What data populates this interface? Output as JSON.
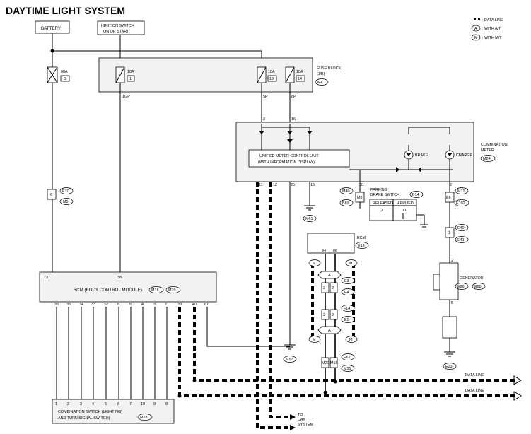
{
  "title": "DAYTIME LIGHT SYSTEM",
  "legend": [
    {
      "symbol": "dashed-line",
      "text": ": DATA LINE"
    },
    {
      "symbol": "A",
      "text": ": WITH A/T"
    },
    {
      "symbol": "M",
      "text": ": WITH M/T"
    }
  ],
  "power": {
    "battery": "BATTERY",
    "ignition_line1": "IGNITION SWITCH",
    "ignition_line2": "ON OR START"
  },
  "fuses": {
    "main_amp": "60A",
    "main_num": "G",
    "f1_amp": "10A",
    "f1_num": "1",
    "f2_amp": "10A",
    "f2_num": "19",
    "f3_amp": "10A",
    "f3_num": "14",
    "block_label1": "FUSE BLOCK",
    "block_label2": "(J/B)",
    "block_conn": "M4",
    "pin_1gp": "1GP",
    "pin_5p": "5P",
    "pin_8p": "8P"
  },
  "meter": {
    "label1": "COMBINATION",
    "label2": "METER",
    "conn": "M24",
    "unit_line1": "UNIFIED METER CONTROL UNIT",
    "unit_line2": "(WITH INFORMATION DISPLAY)",
    "brake": "BRAKE",
    "charge": "CHARGE",
    "pins": {
      "p3": "3",
      "p16": "16",
      "p11": "11",
      "p12": "12",
      "p25": "25",
      "p15": "15",
      "p31": "31",
      "p2": "2"
    }
  },
  "grounds": {
    "m61": "M61",
    "m57": "M57",
    "e23": "E23"
  },
  "connectors": {
    "e10": "E10",
    "m5": "M5",
    "c6": "6",
    "m40": "M40",
    "m8": "M8",
    "b69": "B69",
    "b14": "B14",
    "parking_conn": "M8",
    "e6": "E6",
    "m31": "M31",
    "e102": "E102",
    "e40": "E40",
    "e41": "E41",
    "c1": "1",
    "e3": "E3",
    "e4": "E4",
    "c2a": "2",
    "c2b": "2",
    "f14": "F14",
    "e5": "E5",
    "c5a": "2",
    "c5b": "2",
    "e62": "E62",
    "m31b": "M31",
    "m15": "M15",
    "m20": "M20"
  },
  "parking": {
    "label1": "PARKING",
    "label2": "BRAKE SWITCH",
    "conn": "B14",
    "col1": "RELEASED",
    "col2": "APPLIED",
    "val1": "O",
    "val2": "O"
  },
  "generator": {
    "label": "GENERATOR",
    "c1": "E26",
    "c2": "E28",
    "p2": "2",
    "p5": "5"
  },
  "ecm": {
    "label": "ECM",
    "conn": "E16",
    "pin94": "94",
    "pin86": "86",
    "m": "M",
    "a": "A"
  },
  "bcm": {
    "label": "BCM (BODY CONTROL MODULE)",
    "conn1": "M18",
    "conn2": "M20",
    "pin73": "73",
    "pin38": "38",
    "pins": [
      "36",
      "35",
      "34",
      "33",
      "32",
      "6",
      "5",
      "4",
      "3",
      "2",
      "39",
      "40",
      "67"
    ]
  },
  "switch": {
    "line1": "COMBINATION SWITCH (LIGHTING)",
    "line2": "AND TURN SIGNAL SWITCH)",
    "conn": "M28",
    "pins": [
      "1",
      "2",
      "3",
      "4",
      "5",
      "6",
      "7",
      "10",
      "9",
      "8"
    ]
  },
  "data_lines": {
    "label1": "DATA LINE",
    "label2": "DATA LINE",
    "can1": "TO",
    "can2": "CAN",
    "can3": "SYSTEM"
  }
}
